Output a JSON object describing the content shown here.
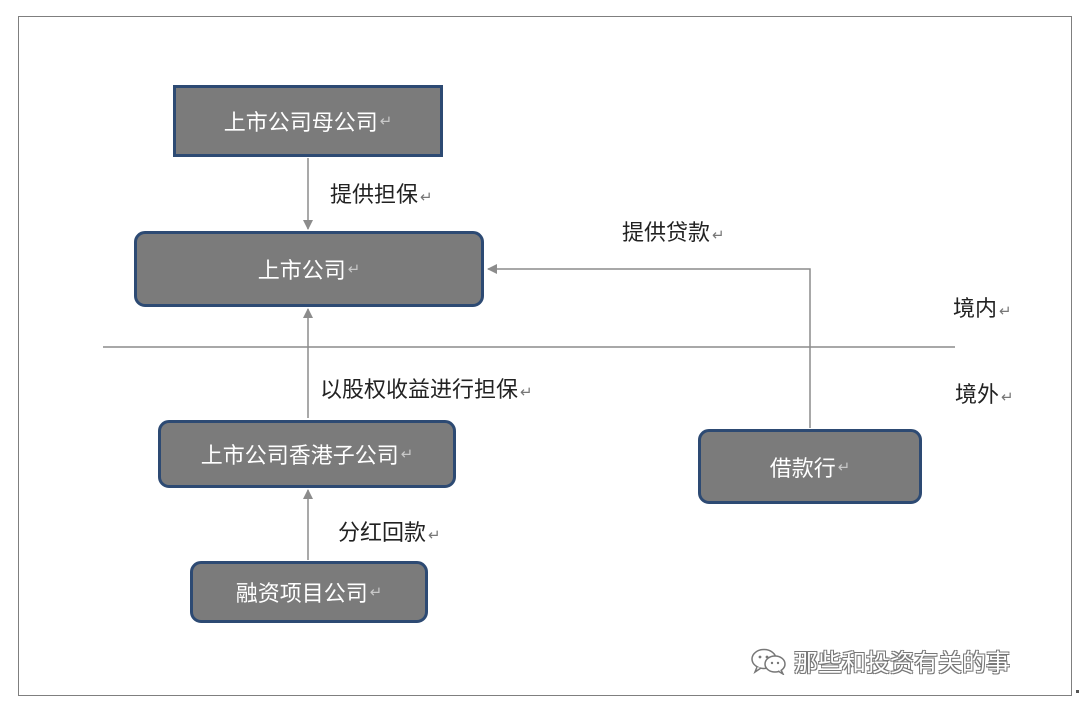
{
  "nodes": {
    "parent_company": "上市公司母公司",
    "listed_company": "上市公司",
    "hk_subsidiary": "上市公司香港子公司",
    "project_company": "融资项目公司",
    "lender_bank": "借款行"
  },
  "edges": {
    "guarantee": "提供担保",
    "loan": "提供贷款",
    "equity_guarantee": "以股权收益进行担保",
    "dividend": "分红回款"
  },
  "zones": {
    "domestic": "境内",
    "overseas": "境外"
  },
  "return_mark": "↵",
  "watermark": "那些和投资有关的事",
  "colors": {
    "box_fill": "#7b7b7b",
    "box_border": "#2d4a73",
    "line": "#8c8c8c"
  }
}
